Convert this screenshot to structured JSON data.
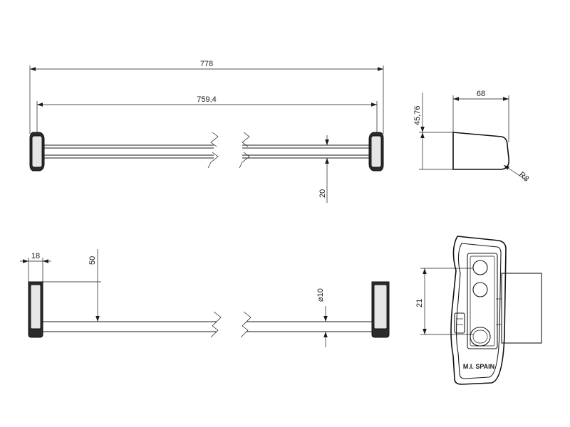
{
  "dimensions": {
    "overall_length": "778",
    "inner_length": "759,4",
    "profile_height": "45,76",
    "profile_width": "68",
    "corner_radius": "R8",
    "rail_height": "20",
    "end_width": "18",
    "end_height": "50",
    "rod_diameter": "⌀10",
    "bracket_height": "21"
  },
  "stamp_text": "M.I. SPAIN"
}
